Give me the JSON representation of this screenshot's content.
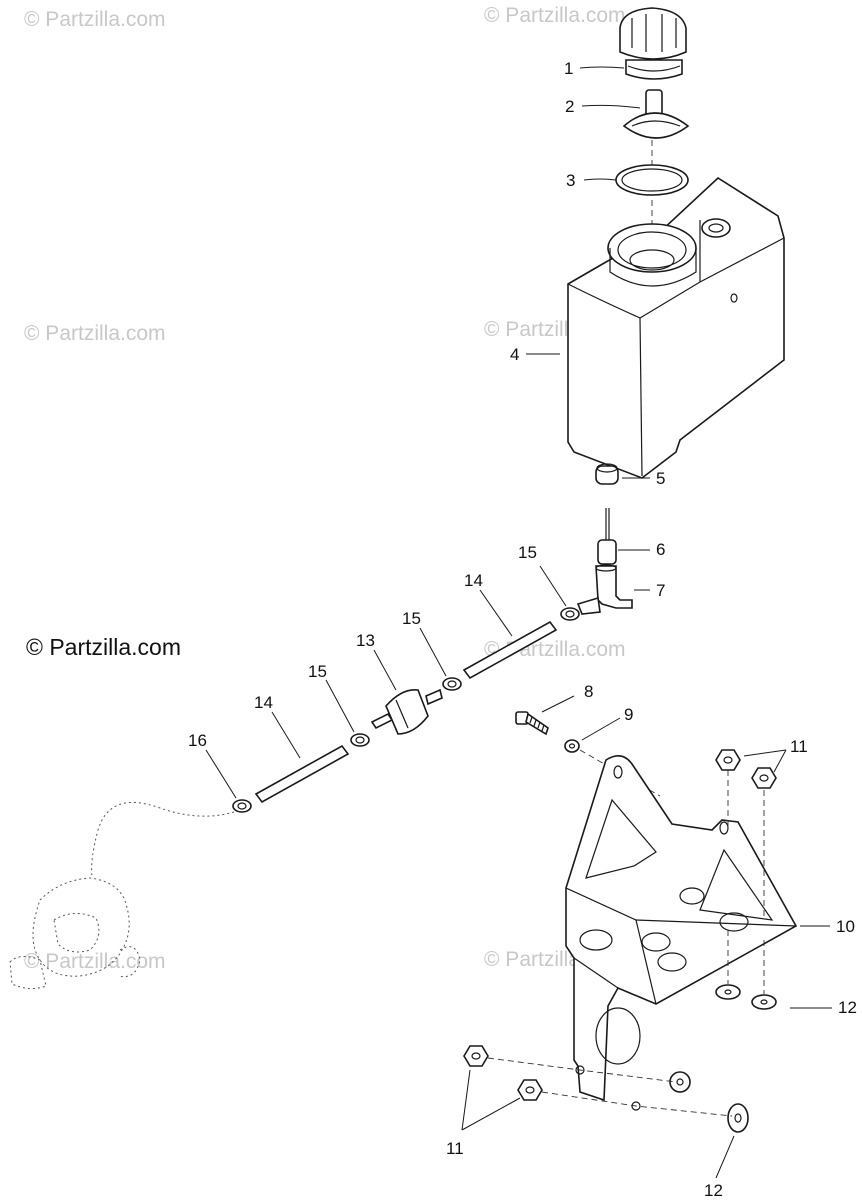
{
  "watermarks": [
    "© Partzilla.com",
    "© Partzilla.com",
    "© Partzilla.com",
    "© Partzilla.com",
    "© Partzilla.com",
    "© Partzilla.com",
    "© Partzilla.com"
  ],
  "brand_text": "© Partzilla.com",
  "callouts": {
    "c1": "1",
    "c2": "2",
    "c3": "3",
    "c4": "4",
    "c5": "5",
    "c6": "6",
    "c7": "7",
    "c8": "8",
    "c9": "9",
    "c10": "10",
    "c11a": "11",
    "c11b": "11",
    "c12a": "12",
    "c12b": "12",
    "c13": "13",
    "c14a": "14",
    "c14b": "14",
    "c15a": "15",
    "c15b": "15",
    "c15c": "15",
    "c16": "16"
  }
}
